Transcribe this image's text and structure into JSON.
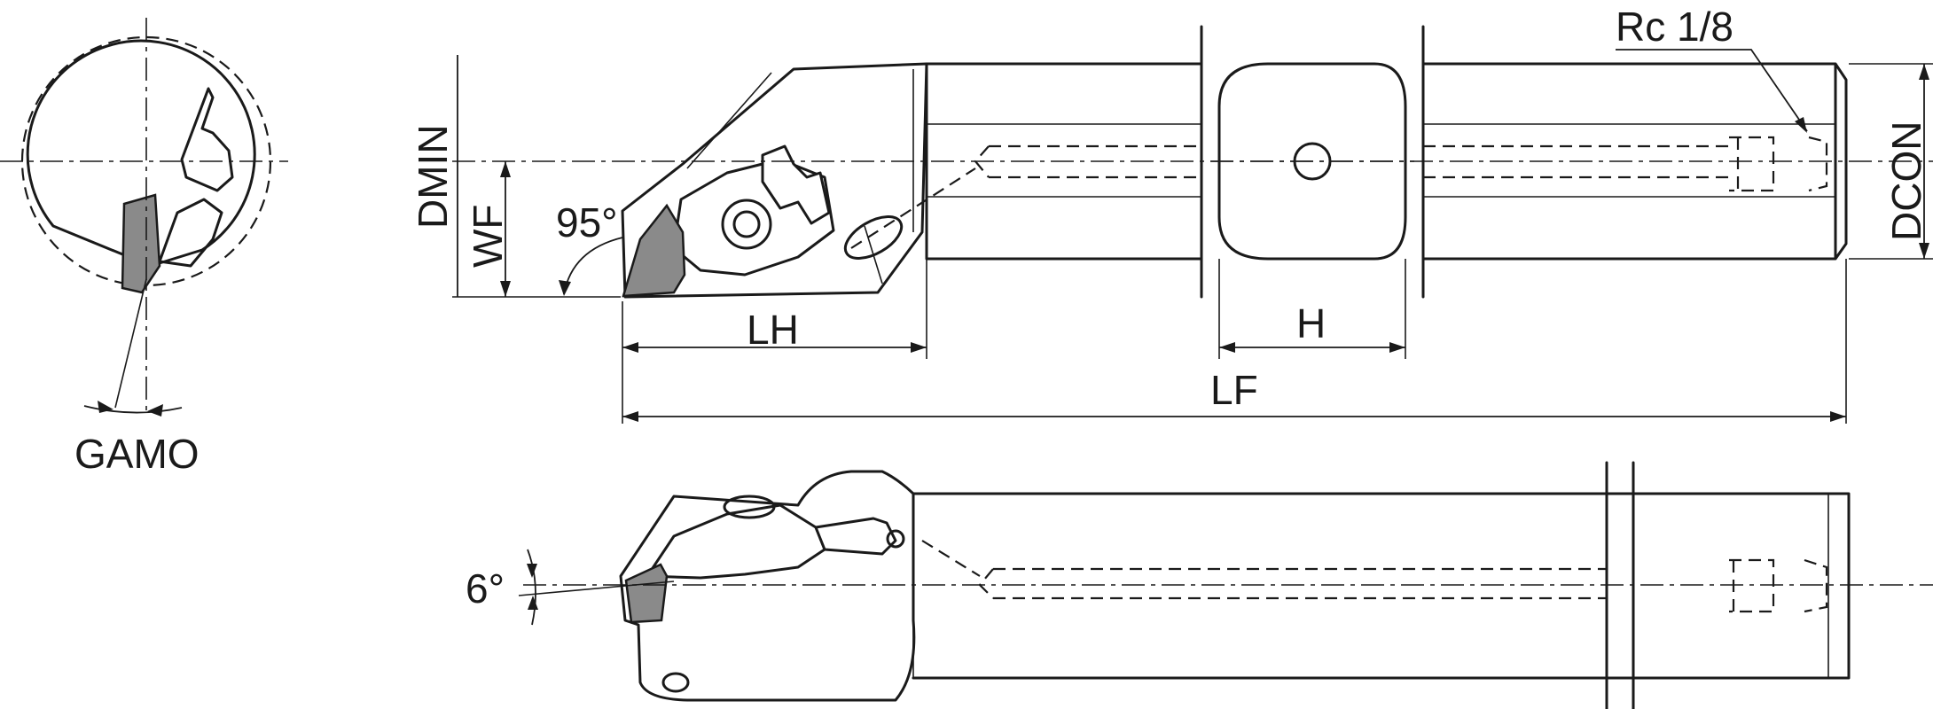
{
  "labels": {
    "gamo": "GAMO",
    "dmin": "DMIN",
    "wf": "WF",
    "angle_95": "95°",
    "lh": "LH",
    "h": "H",
    "lf": "LF",
    "thread": "Rc 1/8",
    "dcon": "DCON",
    "angle_6": "6°"
  },
  "colors": {
    "line": "#1a1a1a",
    "insert": "#8a8a8a",
    "background": "#ffffff"
  }
}
